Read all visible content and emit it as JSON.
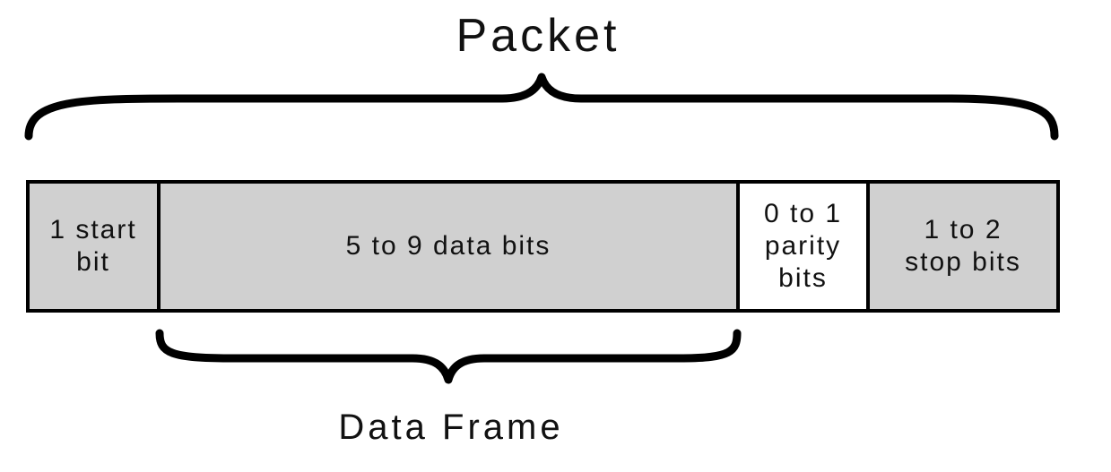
{
  "diagram": {
    "title": "Packet",
    "subtitle": "Data Frame",
    "fields": [
      {
        "label": "1 start\nbit",
        "shading": "#d0d0d0"
      },
      {
        "label": "5 to 9 data bits",
        "shading": "#d0d0d0"
      },
      {
        "label": "0 to 1\nparity\nbits",
        "shading": "#ffffff"
      },
      {
        "label": "1 to 2\nstop bits",
        "shading": "#d0d0d0"
      }
    ]
  }
}
